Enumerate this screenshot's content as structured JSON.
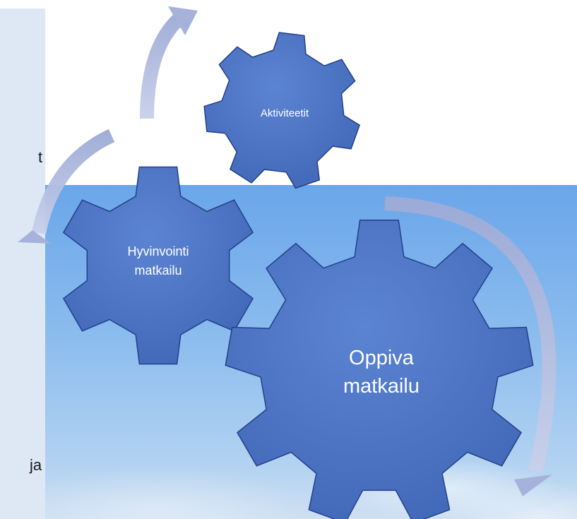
{
  "left_clip": {
    "fragment_top": "t",
    "fragment_bottom": "ja"
  },
  "gears": {
    "small": {
      "label": "Aktiviteetit"
    },
    "medium": {
      "line1": "Hyvinvointi",
      "line2": "matkailu"
    },
    "large": {
      "line1": "Oppiva",
      "line2": "matkailu"
    }
  },
  "colors": {
    "gear_fill": "#4a73c4",
    "gear_stroke": "#22408a",
    "arrow": "#aab5db",
    "panel": "#dde8f4"
  }
}
